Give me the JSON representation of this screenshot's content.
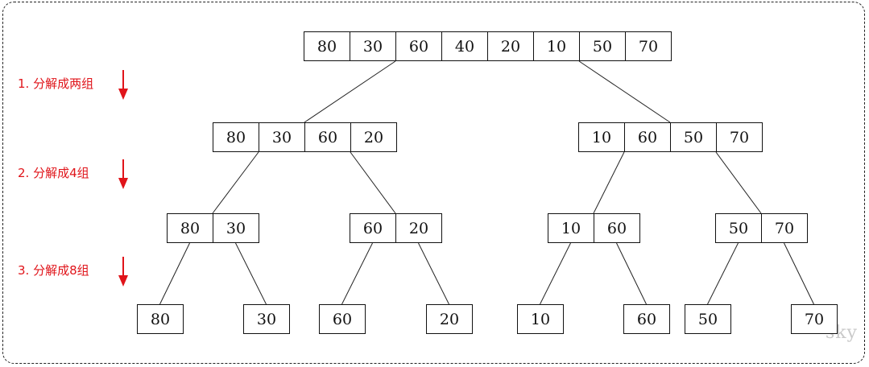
{
  "steps": [
    {
      "label": "1. 分解成两组"
    },
    {
      "label": "2. 分解成4组"
    },
    {
      "label": "3. 分解成8组"
    }
  ],
  "levels": [
    [
      [
        "80",
        "30",
        "60",
        "40",
        "20",
        "10",
        "50",
        "70"
      ]
    ],
    [
      [
        "80",
        "30",
        "60",
        "20"
      ],
      [
        "10",
        "60",
        "50",
        "70"
      ]
    ],
    [
      [
        "80",
        "30"
      ],
      [
        "60",
        "20"
      ],
      [
        "10",
        "60"
      ],
      [
        "50",
        "70"
      ]
    ],
    [
      [
        "80"
      ],
      [
        "30"
      ],
      [
        "60"
      ],
      [
        "20"
      ],
      [
        "10"
      ],
      [
        "60"
      ],
      [
        "50"
      ],
      [
        "70"
      ]
    ]
  ],
  "watermark": "sky",
  "colors": {
    "step_text": "#e0141a",
    "arrow": "#e0141a",
    "border": "#111111"
  }
}
